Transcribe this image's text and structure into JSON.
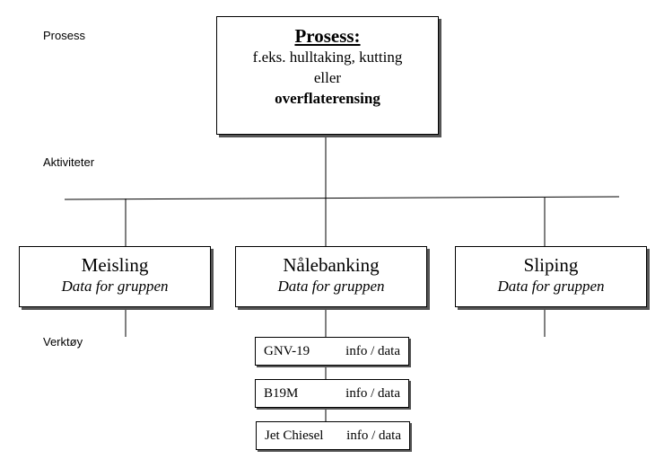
{
  "labels": {
    "process": "Prosess",
    "activities": "Aktiviteter",
    "tools": "Verktøy"
  },
  "root": {
    "title": "Prosess:",
    "line1": "f.eks. hulltaking, kutting",
    "line2": "eller",
    "line3": "overflaterensing"
  },
  "activities": [
    {
      "name": "Meisling",
      "sub": "Data for gruppen"
    },
    {
      "name": "Nålebanking",
      "sub": "Data for gruppen"
    },
    {
      "name": "Sliping",
      "sub": "Data for gruppen"
    }
  ],
  "tools": [
    {
      "name": "GNV-19",
      "info": "info / data"
    },
    {
      "name": "B19M",
      "info": "info / data"
    },
    {
      "name": "Jet Chiesel",
      "info": "info / data"
    }
  ]
}
